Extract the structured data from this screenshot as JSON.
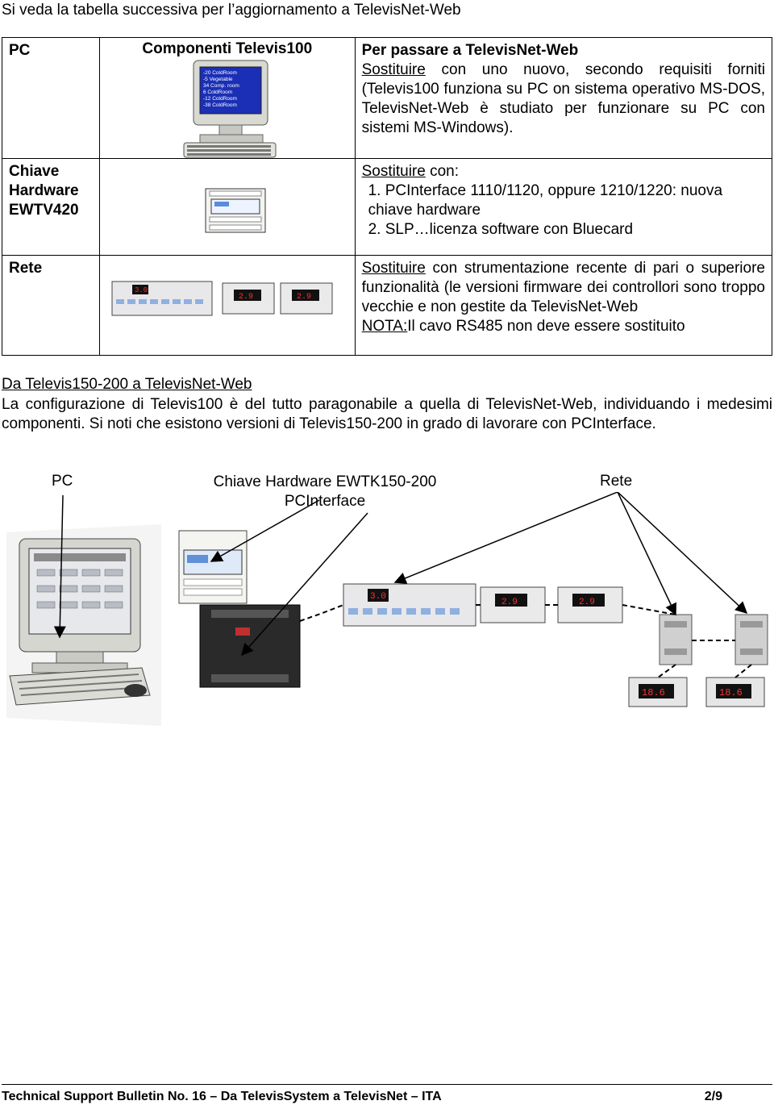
{
  "intro": "Si veda la tabella successiva per l’aggiornamento a TelevisNet-Web",
  "table": {
    "col_headers": [
      "Componenti Televis100",
      "Per passare a TelevisNet-Web"
    ],
    "rows": [
      {
        "label": "PC",
        "action_link": "Sostituire",
        "text": "con uno nuovo, secondo requisiti forniti (Televis100 funziona su PC on sistema operativo MS-DOS, TelevisNet-Web è studiato per funzionare su PC con sistemi MS-Windows).",
        "screen_lines": [
          "-20 ColdRoom",
          "-5  Vegetable",
          "34  Comp. room",
          "6  ColdRoom",
          "-12 ColdRoom",
          "-38 ColdRoom"
        ]
      },
      {
        "label_lines": [
          "Chiave",
          "Hardware",
          "EWTV420"
        ],
        "action_link": "Sostituire",
        "text": "con:",
        "items": [
          "1. PCInterface 1110/1120, oppure 1210/1220: nuova chiave hardware",
          "2. SLP…licenza software con Bluecard"
        ]
      },
      {
        "label": "Rete",
        "action_link": "Sostituire",
        "text": "con strumentazione recente di pari o superiore funzionalità (le versioni firmware dei controllori sono troppo vecchie e non gestite da TelevisNet-Web",
        "note_label": "NOTA:",
        "note_text": "Il cavo RS485 non deve essere sostituito",
        "display_values": [
          "3.0",
          "2.9",
          "2.9"
        ]
      }
    ]
  },
  "section": {
    "title": "Da Televis150-200 a TelevisNet-Web",
    "body": "La configurazione di Televis100 è del tutto paragonabile a quella di TelevisNet-Web, individuando i medesimi componenti. Si noti che esistono versioni di Televis150-200 in grado di lavorare con PCInterface."
  },
  "diagram": {
    "label_pc": "PC",
    "label_key_line1": "Chiave Hardware EWTK150-200",
    "label_key_line2": "PCInterface",
    "label_rete": "Rete",
    "display_values": [
      "3.0",
      "2.9",
      "2.9",
      "18.6",
      "18.6"
    ]
  },
  "footer": {
    "left": "Technical Support Bulletin  No. 16 – Da TelevisSystem a TelevisNet  – ITA",
    "page": "2/9"
  }
}
